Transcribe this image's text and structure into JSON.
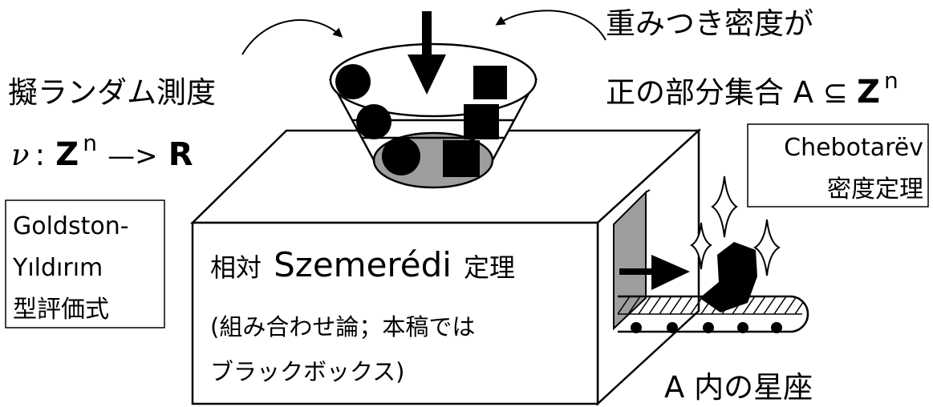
{
  "title_left": {
    "measure": "擬ランダム測度",
    "nu": "ν",
    "colon": ":",
    "domain_Z": "Z",
    "domain_exp": "n",
    "arrow": "—>",
    "codomain": "R"
  },
  "title_right": {
    "line1": "重みつき密度が",
    "line2_text": "正の部分集合 A ⊆",
    "line2_Z": "Z",
    "line2_exp": "n"
  },
  "goldston_box": {
    "line1": "Goldston-",
    "line2": "Yıldırım",
    "line3": "型評価式"
  },
  "chebotarev_box": {
    "line1": "Chebotarëv",
    "line2": "密度定理"
  },
  "machine": {
    "title_prefix": "相対",
    "title_name": "Szemerédi",
    "title_suffix": "定理",
    "note_line1": "(組み合わせ論；本稿では",
    "note_line2": "ブラックボックス)"
  },
  "output_label": "A 内の星座",
  "colors": {
    "ink": "#000000",
    "funnel_bottom": "#9e9e9e",
    "exit_door": "#9e9e9e",
    "background": "#ffffff"
  }
}
